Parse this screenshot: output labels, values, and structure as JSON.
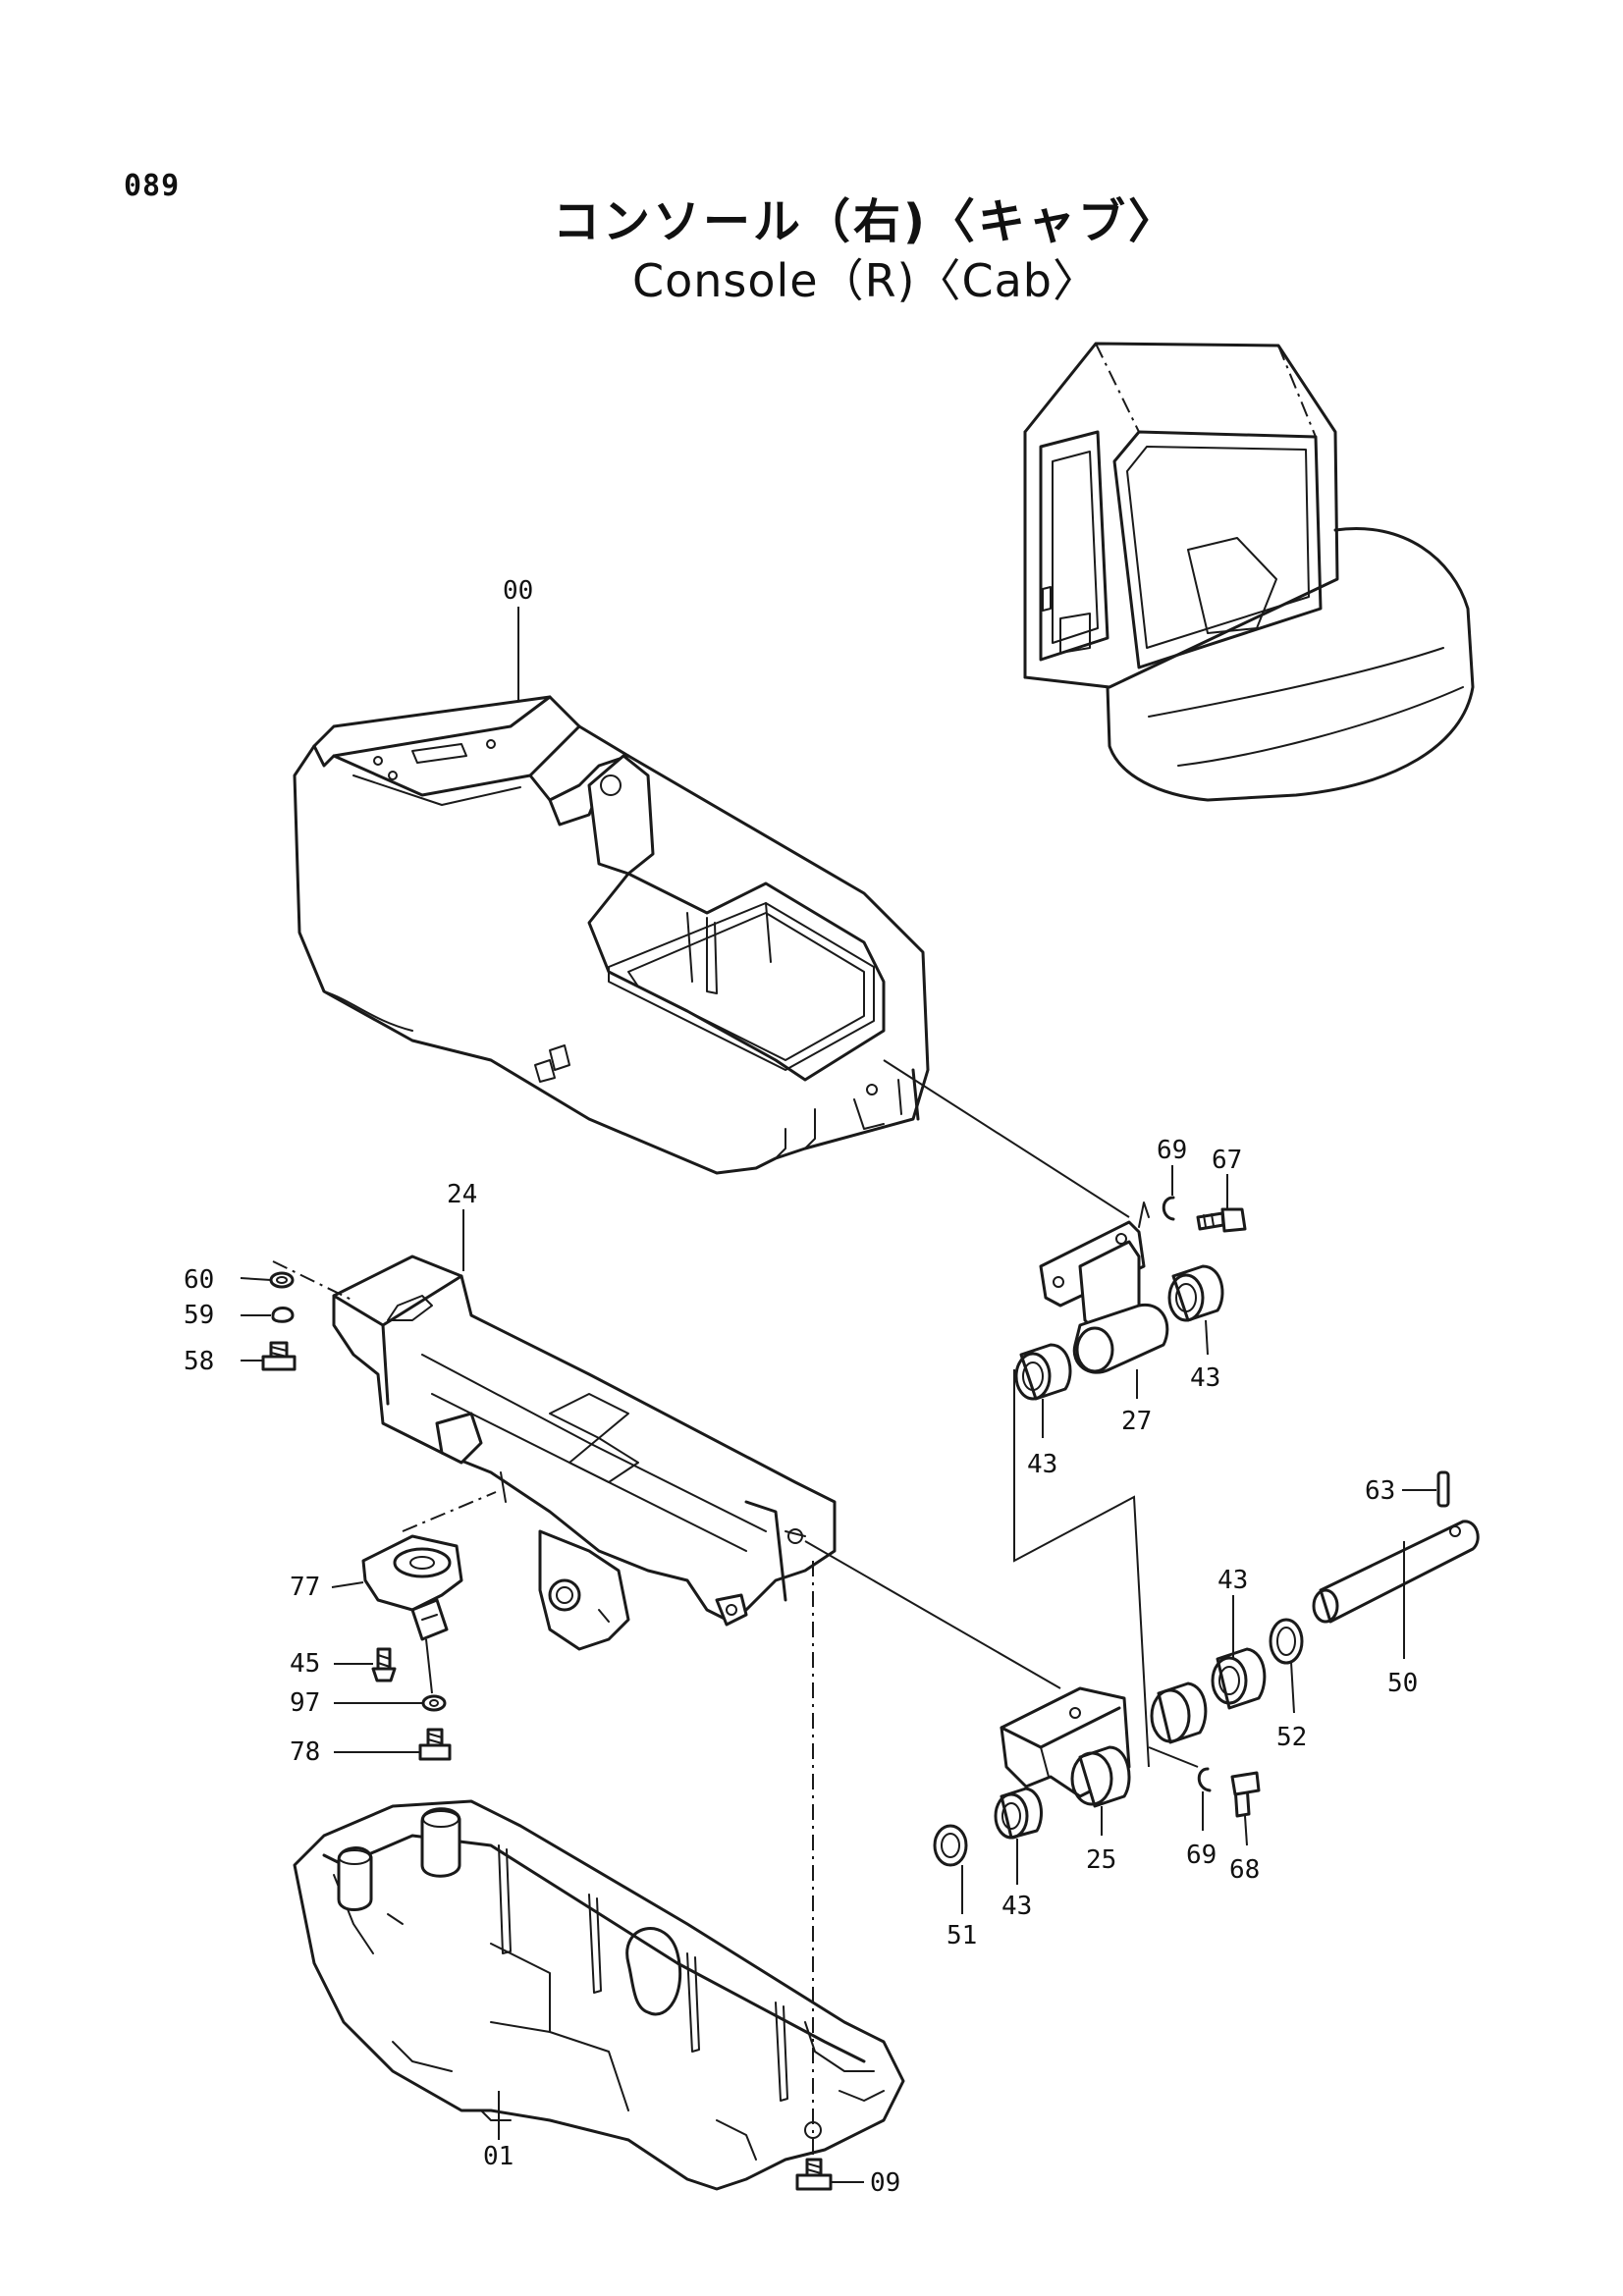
{
  "page_number": "089",
  "title": {
    "japanese": "コンソール（右)〈キャブ〉",
    "english": "Console（R)〈Cab〉"
  },
  "callouts": [
    {
      "id": "c00",
      "label": "00"
    },
    {
      "id": "c24",
      "label": "24"
    },
    {
      "id": "c60",
      "label": "60"
    },
    {
      "id": "c59",
      "label": "59"
    },
    {
      "id": "c58",
      "label": "58"
    },
    {
      "id": "c77",
      "label": "77"
    },
    {
      "id": "c45",
      "label": "45"
    },
    {
      "id": "c97",
      "label": "97"
    },
    {
      "id": "c78",
      "label": "78"
    },
    {
      "id": "c01",
      "label": "01"
    },
    {
      "id": "c09",
      "label": "09"
    },
    {
      "id": "c69a",
      "label": "69"
    },
    {
      "id": "c67",
      "label": "67"
    },
    {
      "id": "c43a",
      "label": "43"
    },
    {
      "id": "c27",
      "label": "27"
    },
    {
      "id": "c43b",
      "label": "43"
    },
    {
      "id": "c63",
      "label": "63"
    },
    {
      "id": "c43c",
      "label": "43"
    },
    {
      "id": "c50",
      "label": "50"
    },
    {
      "id": "c52",
      "label": "52"
    },
    {
      "id": "c25",
      "label": "25"
    },
    {
      "id": "c69b",
      "label": "69"
    },
    {
      "id": "c68",
      "label": "68"
    },
    {
      "id": "c51",
      "label": "51"
    },
    {
      "id": "c43d",
      "label": "43"
    }
  ]
}
